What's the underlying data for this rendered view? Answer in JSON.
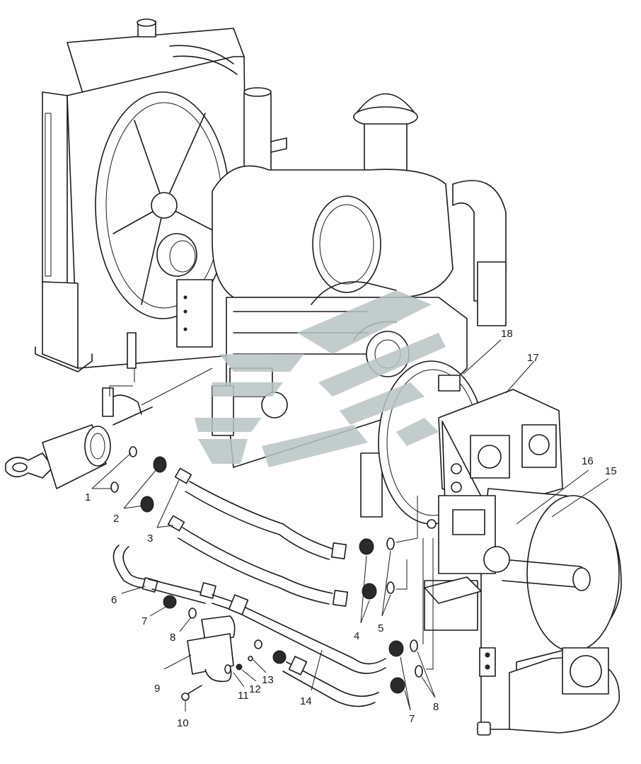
{
  "diagram": {
    "callouts": [
      {
        "id": "c1",
        "label": "1"
      },
      {
        "id": "c2",
        "label": "2"
      },
      {
        "id": "c3",
        "label": "3"
      },
      {
        "id": "c4",
        "label": "4"
      },
      {
        "id": "c5",
        "label": "5"
      },
      {
        "id": "c6",
        "label": "6"
      },
      {
        "id": "c7a",
        "label": "7"
      },
      {
        "id": "c8a",
        "label": "8"
      },
      {
        "id": "c9",
        "label": "9"
      },
      {
        "id": "c10",
        "label": "10"
      },
      {
        "id": "c11",
        "label": "11"
      },
      {
        "id": "c12",
        "label": "12"
      },
      {
        "id": "c13",
        "label": "13"
      },
      {
        "id": "c14",
        "label": "14"
      },
      {
        "id": "c7b",
        "label": "7"
      },
      {
        "id": "c8b",
        "label": "8"
      },
      {
        "id": "c15",
        "label": "15"
      },
      {
        "id": "c16",
        "label": "16"
      },
      {
        "id": "c17",
        "label": "17"
      },
      {
        "id": "c18",
        "label": "18"
      }
    ],
    "watermark": {
      "color": "#b9c4c4"
    },
    "line_color": "#1a1a1a"
  }
}
